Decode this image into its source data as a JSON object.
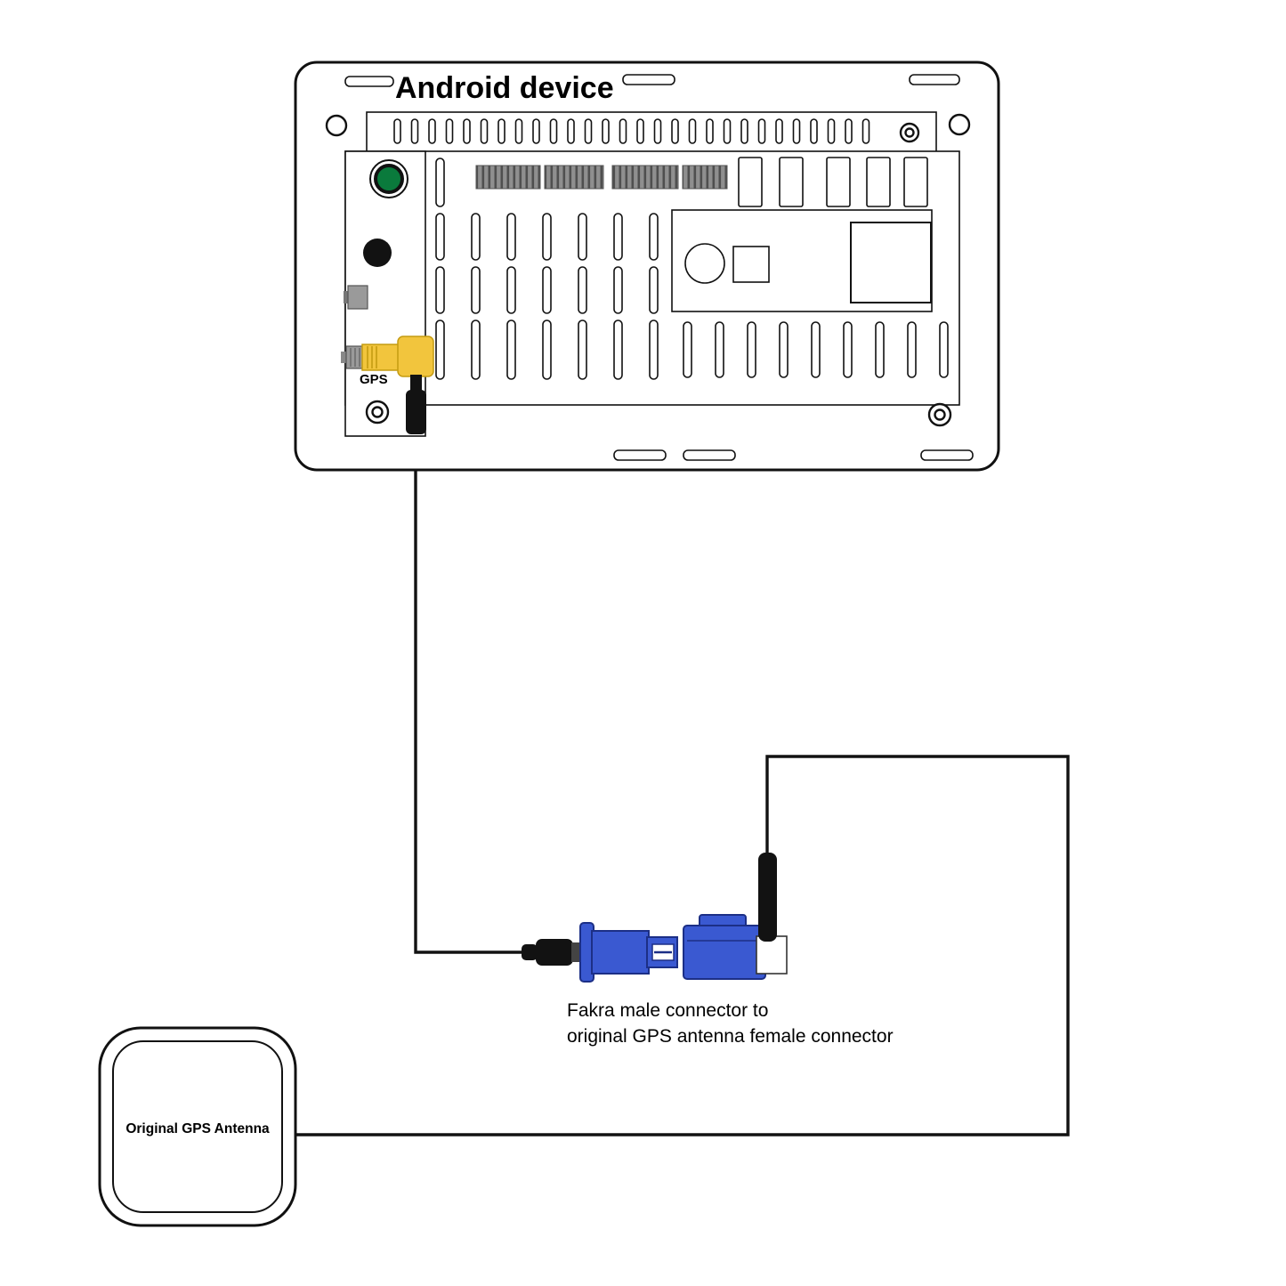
{
  "device": {
    "title": "Android device",
    "gps_label": "GPS"
  },
  "note": {
    "line1": "Fakra male connector to",
    "line2": "original GPS antenna female connector"
  },
  "antenna": {
    "label": "Original GPS Antenna"
  },
  "colors": {
    "outline": "#111111",
    "gps_yellow": "#F2C53D",
    "power_green": "#0A7A3C",
    "fakra_blue": "#3A59D1",
    "fakra_blue_dark": "#1C2F86",
    "header_gray": "#8F8F8F",
    "cable_black": "#121212"
  }
}
